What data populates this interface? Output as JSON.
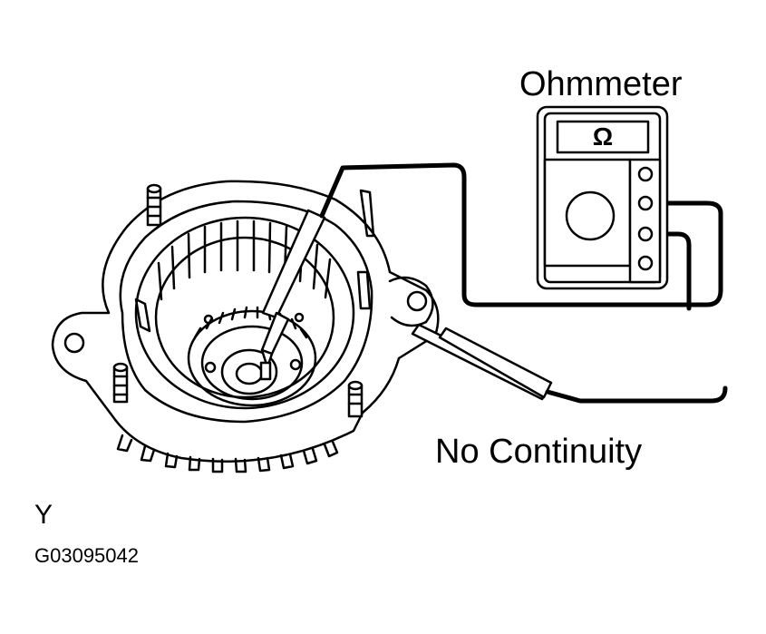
{
  "labels": {
    "ohmmeter": "Ohmmeter",
    "no_continuity": "No Continuity",
    "view_letter": "Y",
    "figure_code": "G03095042"
  },
  "meter": {
    "display_symbol": "Ω"
  },
  "colors": {
    "line": "#000000",
    "background": "#ffffff"
  }
}
